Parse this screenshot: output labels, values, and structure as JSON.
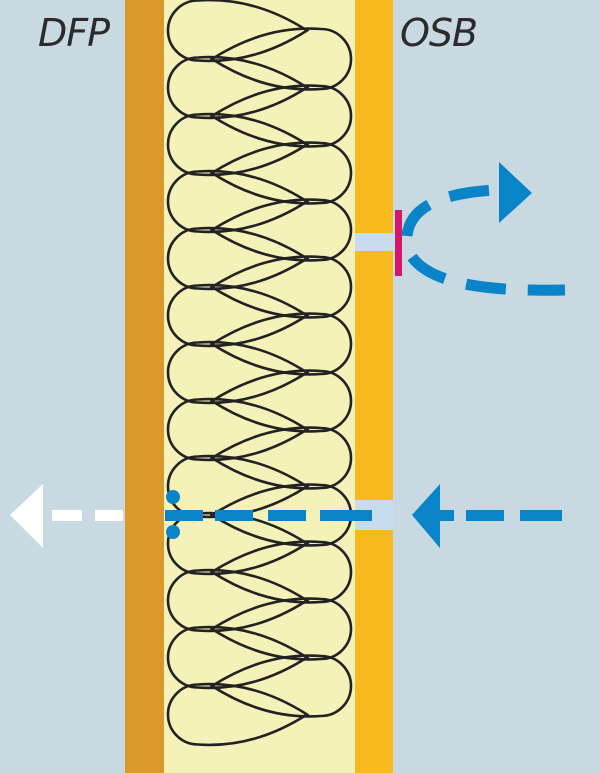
{
  "labels": {
    "left_layer": "DFP",
    "right_layer": "OSB"
  },
  "colors": {
    "background": "#c9d9e1",
    "dfp_board": "#dc992b",
    "insulation": "#f5f2b9",
    "osb_board": "#f7ba1c",
    "flow_arrow": "#0a84c8",
    "exit_arrow": "#ffffff",
    "seal_tape": "#d5166f",
    "gap": "#c7dcec"
  },
  "icons": [
    "insulation-loop-pattern",
    "air-flow-arrow",
    "vapour-diffusion-arrow",
    "seal-tape"
  ]
}
